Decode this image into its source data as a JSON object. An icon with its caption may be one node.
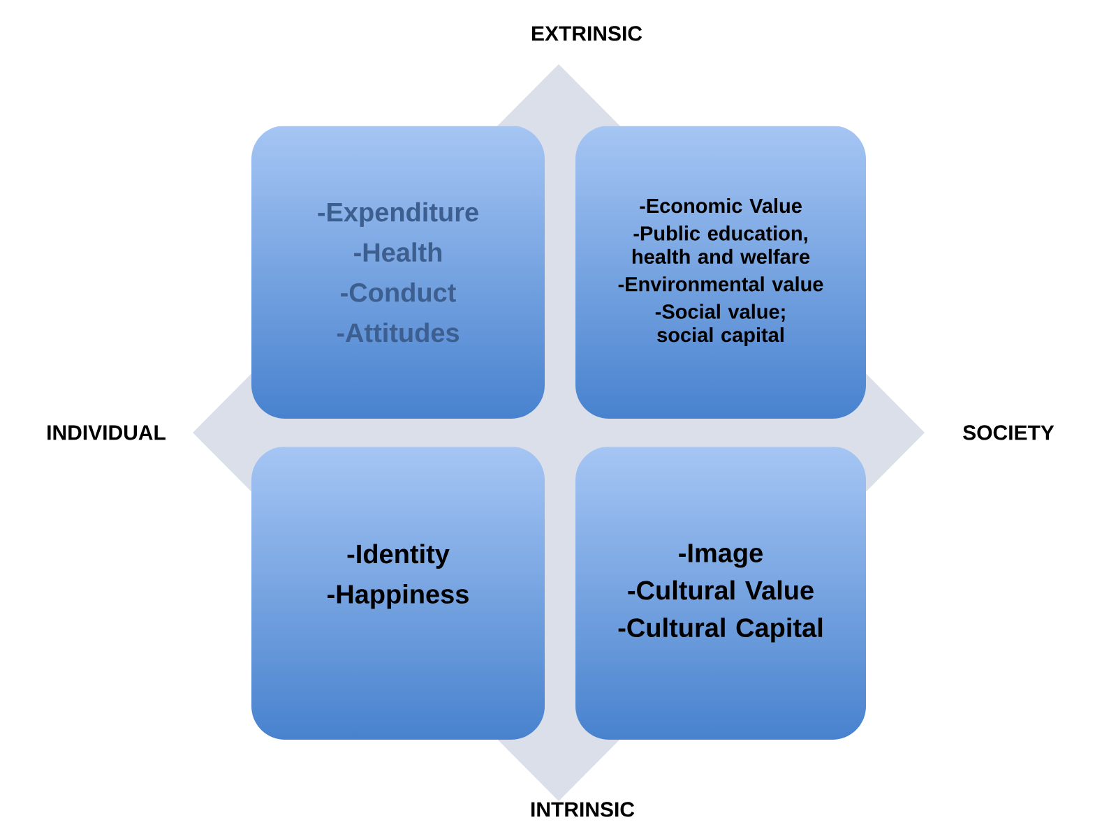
{
  "diagram": {
    "nodes": [
      {
        "text": [
          "-Expenditure",
          "-Health",
          "-Conduct",
          "-Attitudes"
        ]
      },
      {
        "text": [
          "-Economic Value",
          "-Public education, health and welfare",
          "-Environmental value",
          "-Social value; social capital"
        ]
      },
      {
        "text": [
          "-Identity",
          "-Happiness"
        ]
      },
      {
        "text": [
          "-Image",
          "-Cultural Value",
          "-Cultural Capital"
        ]
      }
    ],
    "edges": [],
    "labels": [
      "EXTRINSIC",
      "INDIVIDUAL",
      "SOCIETY",
      "INTRINSIC"
    ]
  }
}
